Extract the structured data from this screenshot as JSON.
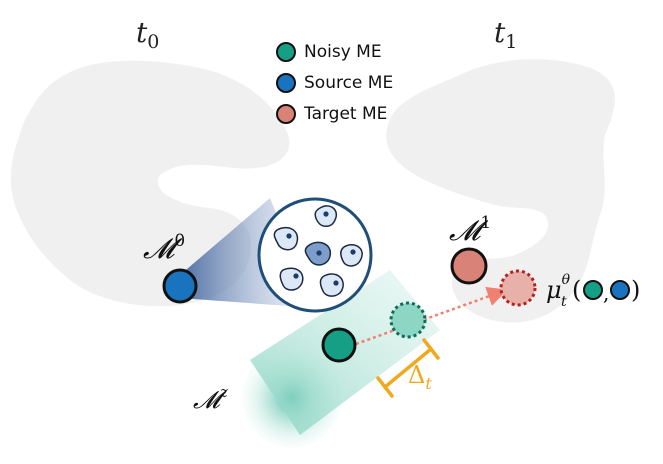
{
  "labels": {
    "t0": "t",
    "t0_sub": "0",
    "t1": "t",
    "t1_sub": "1",
    "m0": "𝓜",
    "m0_sup": "0",
    "m1": "𝓜",
    "m1_sup": "1",
    "mz": "𝓜",
    "mz_sup": "z",
    "delta": "Δ",
    "delta_sub": "t",
    "mu": "μ",
    "mu_sup": "θ",
    "mu_sub": "t",
    "mu_open": "(",
    "mu_comma": ",",
    "mu_close": ")"
  },
  "legend": [
    {
      "label": "Noisy ME",
      "color": "#15a085"
    },
    {
      "label": "Source ME",
      "color": "#1a73bf"
    },
    {
      "label": "Target ME",
      "color": "#d98277"
    }
  ],
  "colors": {
    "noisy": "#15a085",
    "source": "#1a73bf",
    "target": "#d98277",
    "target_border": "#b22222",
    "delta": "#f0a81c",
    "blob": "#f0f0f0",
    "cell_fill": "#dce8f6",
    "cell_dark": "#7d9ecb",
    "circle_border": "#1f4e79"
  }
}
